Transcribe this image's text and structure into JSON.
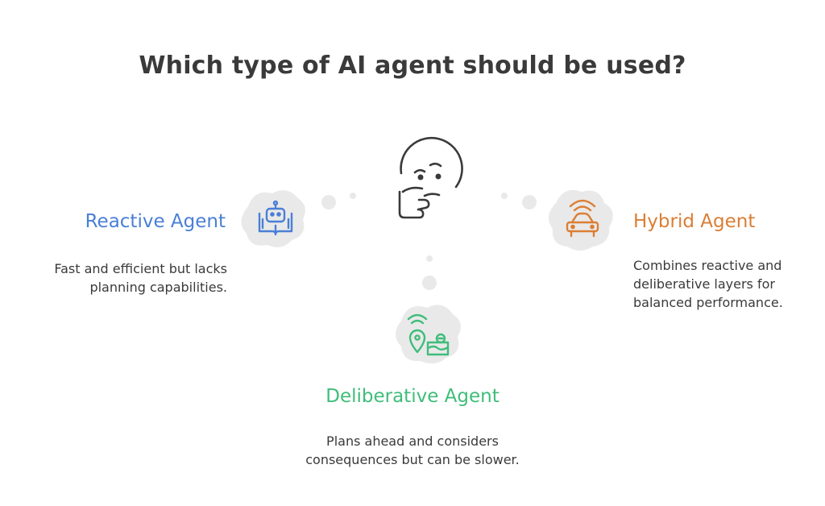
{
  "title": "Which type of AI agent should be used?",
  "colors": {
    "reactive": "#4a7fd6",
    "hybrid": "#db7e34",
    "deliberative": "#3fbd7a",
    "text": "#3a3a3a",
    "blob": "#e9e9e9"
  },
  "options": {
    "reactive": {
      "heading": "Reactive Agent",
      "description": "Fast and efficient but lacks planning capabilities.",
      "icon": "robot-book-icon"
    },
    "hybrid": {
      "heading": "Hybrid Agent",
      "description": "Combines reactive and deliberative layers for balanced performance.",
      "icon": "car-signal-icon"
    },
    "deliberative": {
      "heading": "Deliberative Agent",
      "description": "Plans ahead and considers consequences but can be slower.",
      "icon": "location-map-icon"
    }
  },
  "center_icon": "thinking-face-icon"
}
